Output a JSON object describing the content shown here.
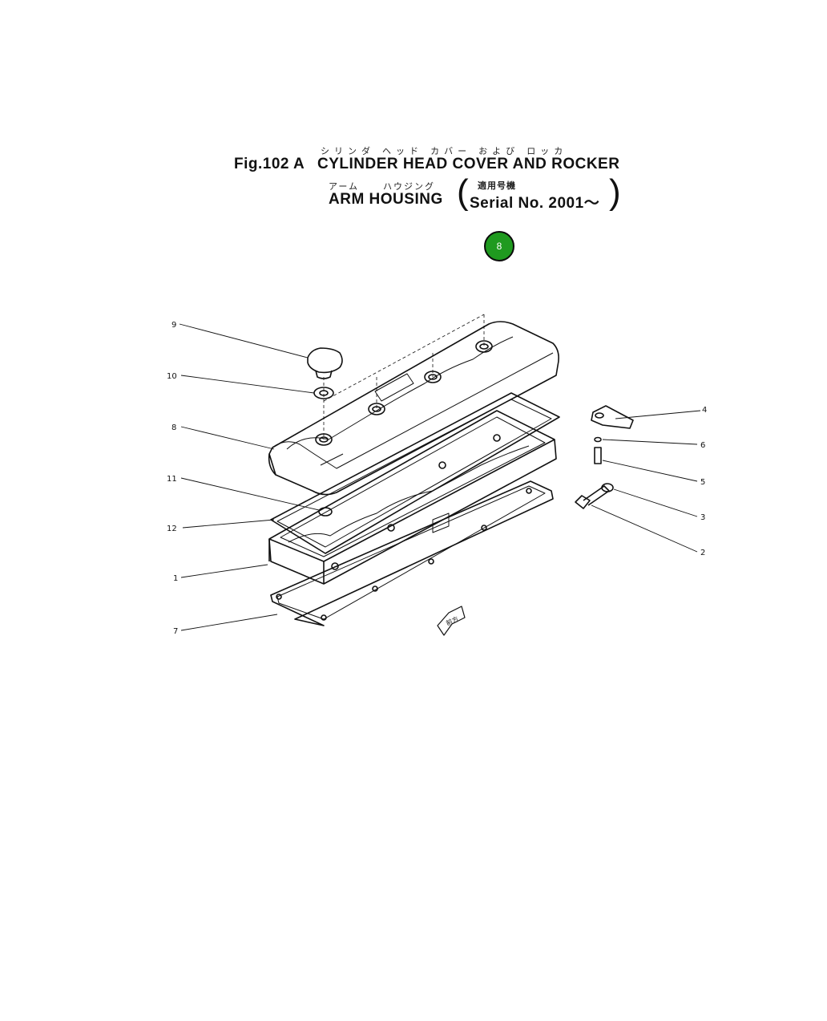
{
  "title": {
    "kana_line1": "シリンダ ヘッド カバー および ロッカ",
    "fig": "Fig.102 A",
    "line1": "CYLINDER  HEAD  COVER  AND  ROCKER",
    "kana_line2a": "アーム",
    "kana_line2b": "ハウジング",
    "kana_paren": "適用号機",
    "line2": "ARM  HOUSING",
    "serial": "Serial  No.  2001～"
  },
  "badge": {
    "label": "8",
    "color": "#1f9a1f"
  },
  "diagram": {
    "callouts": [
      {
        "id": "9",
        "label": "9"
      },
      {
        "id": "10",
        "label": "10"
      },
      {
        "id": "8",
        "label": "8"
      },
      {
        "id": "11",
        "label": "11"
      },
      {
        "id": "12",
        "label": "12"
      },
      {
        "id": "1",
        "label": "1"
      },
      {
        "id": "7",
        "label": "7"
      },
      {
        "id": "4",
        "label": "4"
      },
      {
        "id": "6",
        "label": "6"
      },
      {
        "id": "5",
        "label": "5"
      },
      {
        "id": "3",
        "label": "3"
      },
      {
        "id": "2",
        "label": "2"
      }
    ],
    "front_arrow_label": "前方"
  }
}
